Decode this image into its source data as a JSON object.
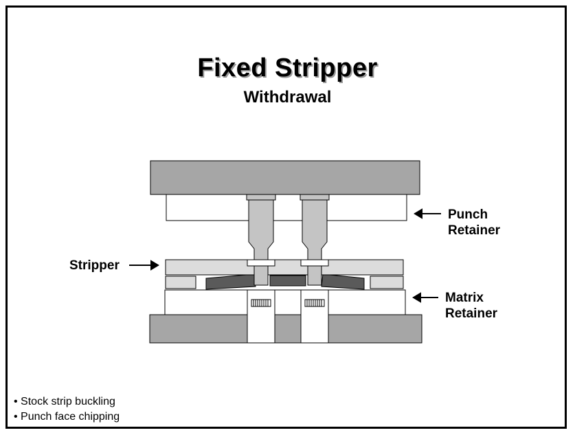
{
  "title": "Fixed Stripper",
  "subtitle": "Withdrawal",
  "labels": {
    "punch_retainer": [
      "Punch",
      "Retainer"
    ],
    "stripper": "Stripper",
    "matrix_retainer": [
      "Matrix",
      "Retainer"
    ]
  },
  "bullets": [
    "Stock strip buckling",
    "Punch face chipping"
  ],
  "colors": {
    "plate_dark": "#a6a6a6",
    "plate_light": "#dcdcdc",
    "punch": "#c4c4c4",
    "stock": "#5a5a5a",
    "outline": "#000000",
    "shadow": "#9a9a9a"
  }
}
